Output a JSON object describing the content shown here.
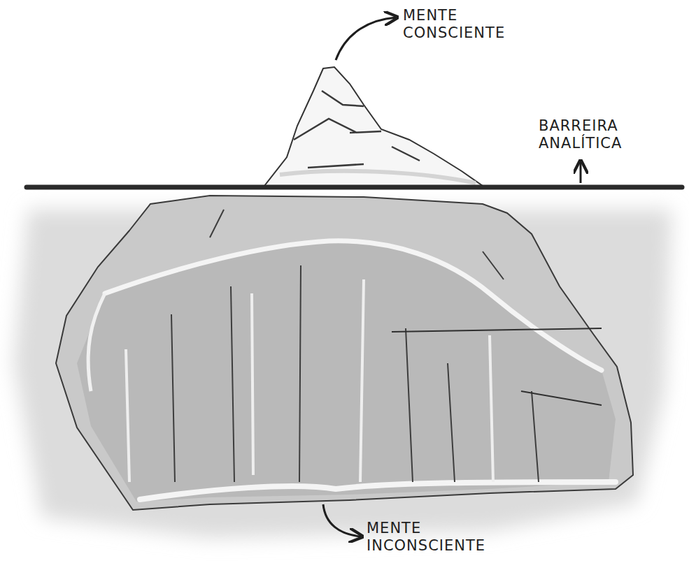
{
  "diagram": {
    "labels": [
      "MENTE CONSCIENTE",
      "BARREIRA ANALÍTICA",
      "MENTE INCONSCIENTE"
    ]
  }
}
